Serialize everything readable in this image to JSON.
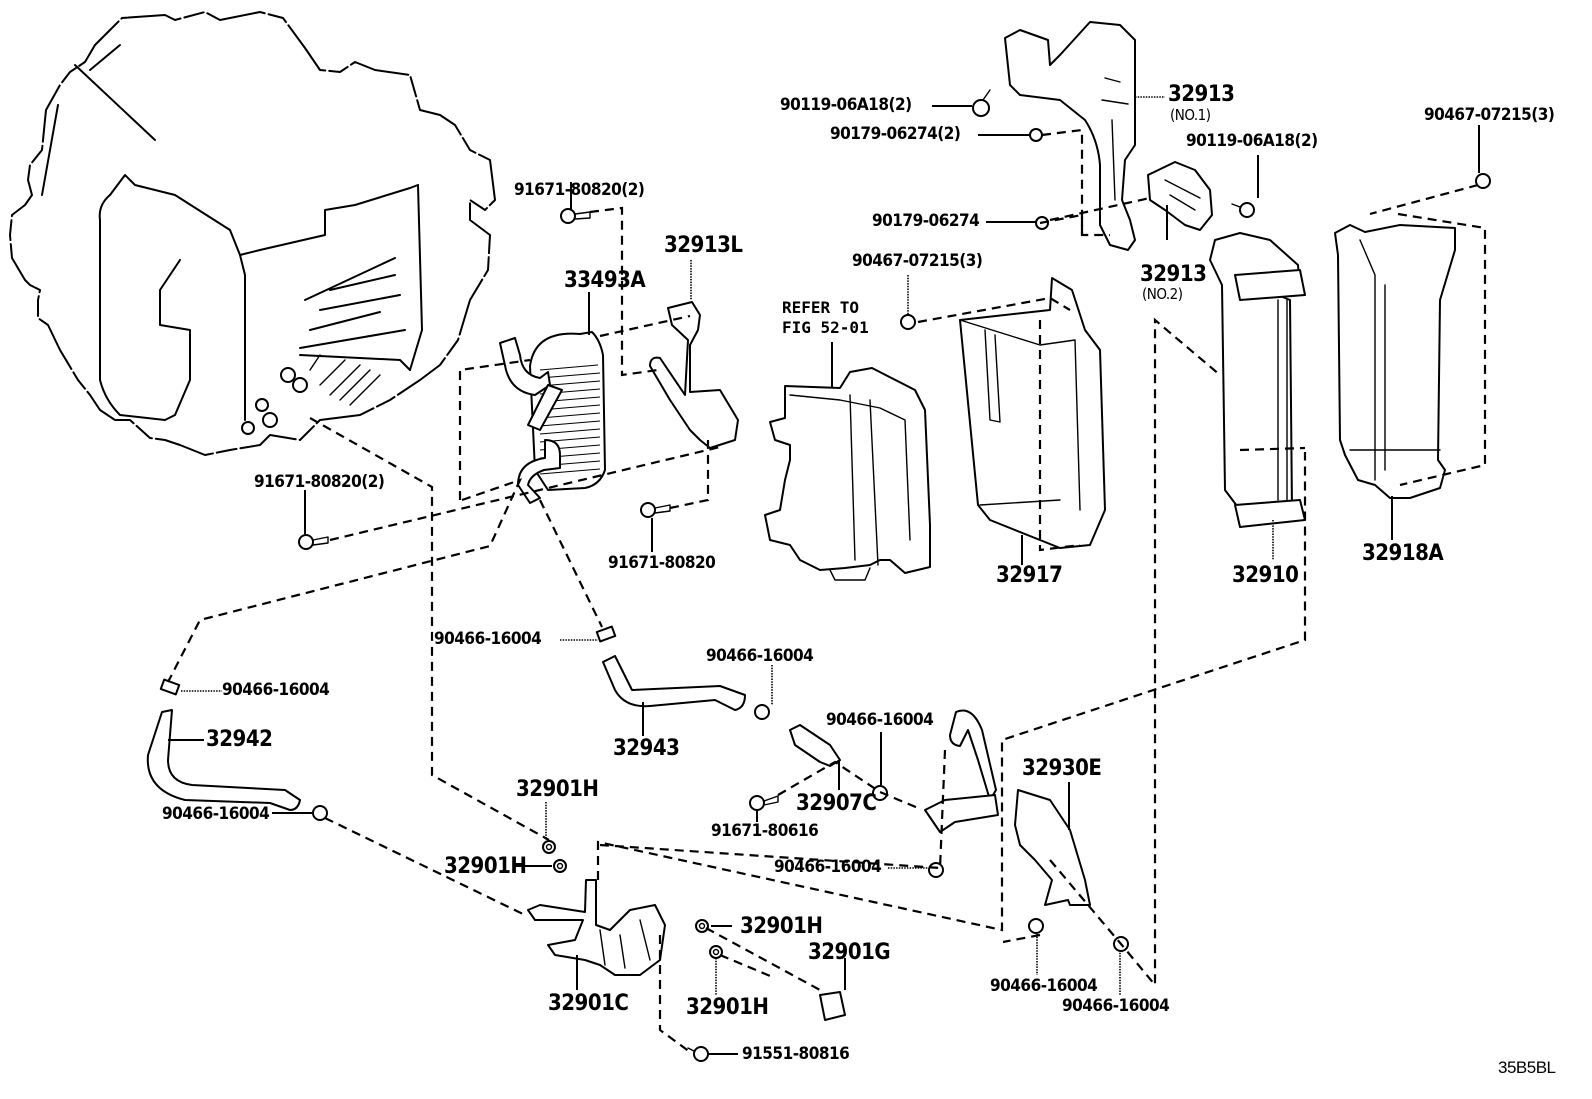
{
  "diagram": {
    "figure_code": "35B5BL",
    "reference_note": {
      "line1": "REFER TO",
      "line2": "FIG 52-01"
    },
    "callouts": [
      {
        "id": "c1",
        "part": "90119-06A18(2)"
      },
      {
        "id": "c2",
        "part": "32913",
        "note": "(NO.1)"
      },
      {
        "id": "c3",
        "part": "90179-06274(2)"
      },
      {
        "id": "c4",
        "part": "90467-07215(3)"
      },
      {
        "id": "c5",
        "part": "90119-06A18(2)"
      },
      {
        "id": "c6",
        "part": "91671-80820(2)"
      },
      {
        "id": "c7",
        "part": "90179-06274"
      },
      {
        "id": "c8",
        "part": "32913L"
      },
      {
        "id": "c9",
        "part": "90467-07215(3)"
      },
      {
        "id": "c10",
        "part": "33493A"
      },
      {
        "id": "c11",
        "part": "32913",
        "note": "(NO.2)"
      },
      {
        "id": "c12",
        "part": "91671-80820(2)"
      },
      {
        "id": "c13",
        "part": "91671-80820"
      },
      {
        "id": "c14",
        "part": "32917"
      },
      {
        "id": "c15",
        "part": "32910"
      },
      {
        "id": "c16",
        "part": "32918A"
      },
      {
        "id": "c17",
        "part": "90466-16004"
      },
      {
        "id": "c18",
        "part": "90466-16004"
      },
      {
        "id": "c19",
        "part": "90466-16004"
      },
      {
        "id": "c20",
        "part": "32942"
      },
      {
        "id": "c21",
        "part": "32943"
      },
      {
        "id": "c22",
        "part": "90466-16004"
      },
      {
        "id": "c23",
        "part": "32930E"
      },
      {
        "id": "c24",
        "part": "32907C"
      },
      {
        "id": "c25",
        "part": "32901H"
      },
      {
        "id": "c26",
        "part": "90466-16004"
      },
      {
        "id": "c27",
        "part": "91671-80616"
      },
      {
        "id": "c28",
        "part": "32901H"
      },
      {
        "id": "c29",
        "part": "90466-16004"
      },
      {
        "id": "c30",
        "part": "32901H"
      },
      {
        "id": "c31",
        "part": "32901G"
      },
      {
        "id": "c32",
        "part": "32901C"
      },
      {
        "id": "c33",
        "part": "32901H"
      },
      {
        "id": "c34",
        "part": "90466-16004"
      },
      {
        "id": "c35",
        "part": "90466-16004"
      },
      {
        "id": "c36",
        "part": "91551-80816"
      }
    ]
  }
}
